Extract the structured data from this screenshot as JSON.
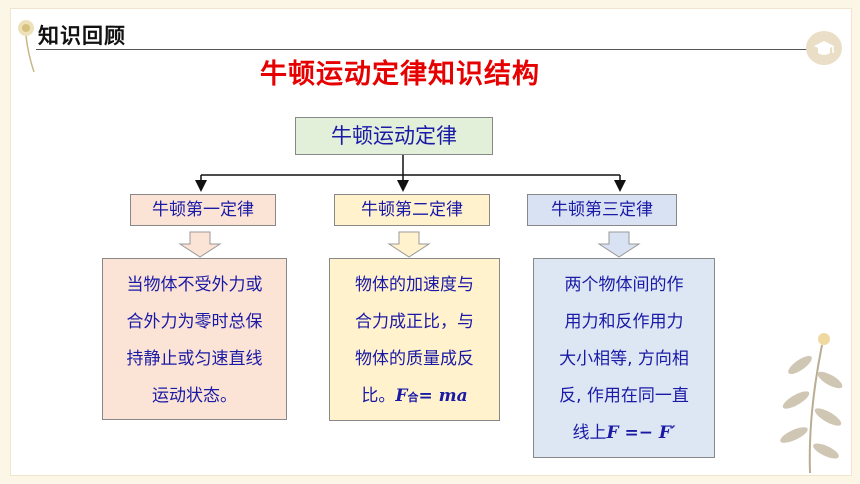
{
  "header": {
    "title": "知识回顾"
  },
  "main_title": "牛顿运动定律知识结构",
  "root": {
    "label": "牛顿运动定律"
  },
  "laws": [
    {
      "label": "牛顿第一定律",
      "lines": [
        "当物体不受外力或",
        "合外力为零时总保",
        "持静止或匀速直线",
        "运动状态。"
      ]
    },
    {
      "label": "牛顿第二定律",
      "lines": [
        "物体的加速度与",
        "合力成正比，与",
        "物体的质量成反"
      ],
      "last_prefix": "比。",
      "formula_f": "F",
      "formula_sub": "合",
      "formula_rest": "= ma"
    },
    {
      "label": "牛顿第三定律",
      "lines": [
        "两个物体间的作",
        "用力和反作用力",
        "大小相等, 方向相",
        "反, 作用在同一直"
      ],
      "last_prefix": "线上",
      "formula": "F =− F′"
    }
  ],
  "colors": {
    "title_red": "#e60000",
    "text_blue": "#1a1aa6",
    "law1_fill": "#fbe4d5",
    "law2_fill": "#fff2cc",
    "law3_fill": "#d9e2f3",
    "root_fill": "#e2efd9"
  }
}
